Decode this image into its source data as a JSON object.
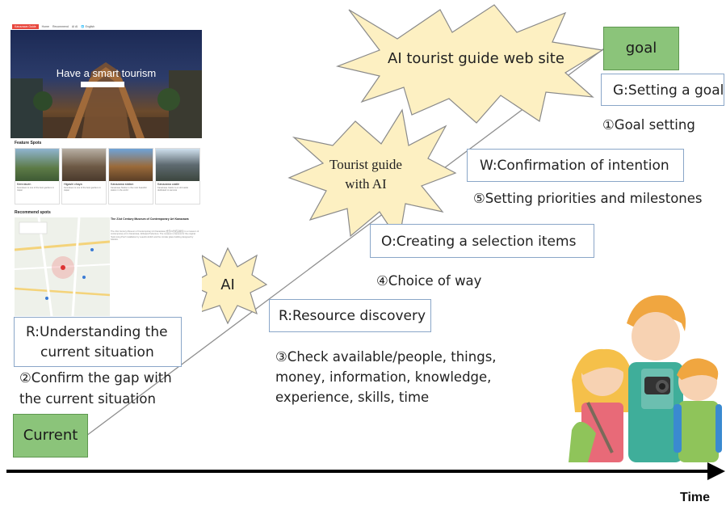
{
  "website_screenshot": {
    "nav_logo": "Kanazawa Guide",
    "nav_items": [
      "Home",
      "Recommend",
      "AI AI",
      "🌐 English"
    ],
    "hero_title": "Have a smart tourism",
    "feature_title": "Feature Spots",
    "cards": [
      {
        "title": "Kenrokuen",
        "desc": "Kenrokuen is one of the best gardens in Japan"
      },
      {
        "title": "Higashi chaya",
        "desc": "Kenrokuen is one of the best gardens in Japan"
      },
      {
        "title": "Kanazawa station",
        "desc": "Kanazawa Station is the most beautiful station in the world"
      },
      {
        "title": "Kanazawa castle",
        "desc": "Kanazawa Castle is an old castle dedicated to samurai"
      }
    ],
    "recommend_title": "Recommend spots",
    "museum_title": "The 21st Century Museum of Contemporary Art Kanazawa",
    "museum_body": "The 21st Century Museum of Contemporary Art Kanazawa (金沢21世紀美術館) is a museum of contemporary art in Kanazawa, Ishikawa Prefecture. The museum is famous for the original 'Swimming Pool' installation by Leandro Erlich and the circular glass building designed by SANAA."
  },
  "bursts": {
    "big": "AI tourist guide web site",
    "mid_line1": "Tourist guide",
    "mid_line2": "with AI",
    "small": "AI"
  },
  "goal": {
    "label": "goal",
    "g_box": "G:Setting a goal",
    "g_note": "①Goal setting"
  },
  "will": {
    "box": "W:Confirmation of intention",
    "note": "⑤Setting priorities and milestones"
  },
  "options": {
    "box": "O:Creating a selection items",
    "note": "④Choice of way"
  },
  "resource": {
    "box": "R:Resource discovery",
    "note_line1": "③Check available/people, things,",
    "note_line2": "money, information, knowledge,",
    "note_line3": "experience, skills, time"
  },
  "reality": {
    "box_line1": "R:Understanding the",
    "box_line2": "current situation",
    "note_line1": "②Confirm the gap with",
    "note_line2": "the current situation"
  },
  "current": {
    "label": "Current"
  },
  "axis": {
    "label": "Time"
  },
  "colors": {
    "burst_fill": "#fdf0c2",
    "burst_stroke": "#8a8a8a",
    "green_fill": "#8bc47a",
    "box_border": "#8aa6c8",
    "axis": "#000000"
  }
}
